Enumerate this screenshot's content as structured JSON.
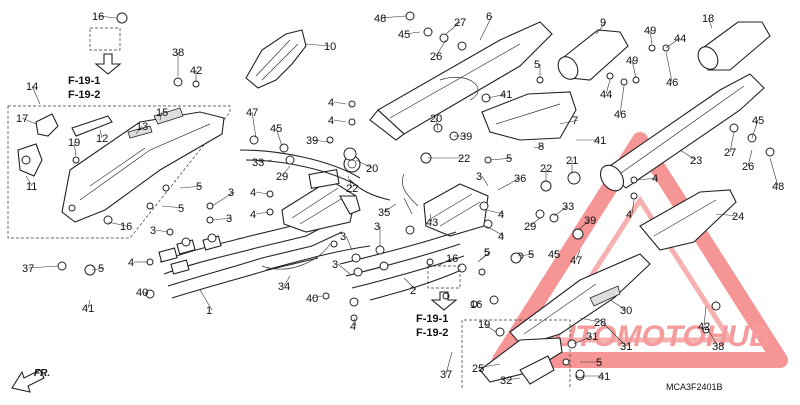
{
  "diagram": {
    "code": "MCA3F2401B",
    "fr_label": "FR.",
    "ref_top": [
      "F-19-1",
      "F-19-2"
    ],
    "ref_bottom": [
      "F-19-1",
      "F-19-2"
    ],
    "watermark": "AUTOMOTOHUB",
    "callouts": [
      {
        "id": "c16a",
        "n": "16"
      },
      {
        "id": "c10",
        "n": "10"
      },
      {
        "id": "c38a",
        "n": "38"
      },
      {
        "id": "c42a",
        "n": "42"
      },
      {
        "id": "c14",
        "n": "14"
      },
      {
        "id": "c17",
        "n": "17"
      },
      {
        "id": "c12",
        "n": "12"
      },
      {
        "id": "c13",
        "n": "13"
      },
      {
        "id": "c15",
        "n": "15"
      },
      {
        "id": "c19",
        "n": "19"
      },
      {
        "id": "c11",
        "n": "11"
      },
      {
        "id": "c16b",
        "n": "16"
      },
      {
        "id": "c37a",
        "n": "37"
      },
      {
        "id": "c5a",
        "n": "5"
      },
      {
        "id": "c41a",
        "n": "41"
      },
      {
        "id": "c40a",
        "n": "40"
      },
      {
        "id": "c1",
        "n": "1"
      },
      {
        "id": "c4a",
        "n": "4"
      },
      {
        "id": "c3a",
        "n": "3"
      },
      {
        "id": "c3b",
        "n": "3"
      },
      {
        "id": "c3c",
        "n": "3"
      },
      {
        "id": "c5b",
        "n": "5"
      },
      {
        "id": "c5c",
        "n": "5"
      },
      {
        "id": "c47a",
        "n": "47"
      },
      {
        "id": "c45a",
        "n": "45"
      },
      {
        "id": "c33a",
        "n": "33"
      },
      {
        "id": "c29a",
        "n": "29"
      },
      {
        "id": "c39a",
        "n": "39"
      },
      {
        "id": "c4b",
        "n": "4"
      },
      {
        "id": "c4c",
        "n": "4"
      },
      {
        "id": "c22a",
        "n": "22"
      },
      {
        "id": "c20a",
        "n": "20"
      },
      {
        "id": "c4d",
        "n": "4"
      },
      {
        "id": "c4e",
        "n": "4"
      },
      {
        "id": "c34",
        "n": "34"
      },
      {
        "id": "c40b",
        "n": "40"
      },
      {
        "id": "c4f",
        "n": "4"
      },
      {
        "id": "c3d",
        "n": "3"
      },
      {
        "id": "c3e",
        "n": "3"
      },
      {
        "id": "c3f",
        "n": "3"
      },
      {
        "id": "c2",
        "n": "2"
      },
      {
        "id": "c35",
        "n": "35"
      },
      {
        "id": "c43",
        "n": "43"
      },
      {
        "id": "c48a",
        "n": "48"
      },
      {
        "id": "c45b",
        "n": "45"
      },
      {
        "id": "c27a",
        "n": "27"
      },
      {
        "id": "c26a",
        "n": "26"
      },
      {
        "id": "c6",
        "n": "6"
      },
      {
        "id": "c41b",
        "n": "41"
      },
      {
        "id": "c20b",
        "n": "20"
      },
      {
        "id": "c39b",
        "n": "39"
      },
      {
        "id": "c22b",
        "n": "22"
      },
      {
        "id": "c5d",
        "n": "5"
      },
      {
        "id": "c36",
        "n": "36"
      },
      {
        "id": "c3g",
        "n": "3"
      },
      {
        "id": "c4g",
        "n": "4"
      },
      {
        "id": "c4h",
        "n": "4"
      },
      {
        "id": "c5e",
        "n": "5"
      },
      {
        "id": "c5f",
        "n": "5"
      },
      {
        "id": "c8",
        "n": "8"
      },
      {
        "id": "c7",
        "n": "7"
      },
      {
        "id": "c41c",
        "n": "41"
      },
      {
        "id": "c9",
        "n": "9"
      },
      {
        "id": "c5g",
        "n": "5"
      },
      {
        "id": "c44a",
        "n": "44"
      },
      {
        "id": "c46a",
        "n": "46"
      },
      {
        "id": "c49a",
        "n": "49"
      },
      {
        "id": "c44b",
        "n": "44"
      },
      {
        "id": "c49b",
        "n": "49"
      },
      {
        "id": "c46b",
        "n": "46"
      },
      {
        "id": "c18",
        "n": "18"
      },
      {
        "id": "c23",
        "n": "23"
      },
      {
        "id": "c27b",
        "n": "27"
      },
      {
        "id": "c45c",
        "n": "45"
      },
      {
        "id": "c26b",
        "n": "26"
      },
      {
        "id": "c48b",
        "n": "48"
      },
      {
        "id": "c22c",
        "n": "22"
      },
      {
        "id": "c21",
        "n": "21"
      },
      {
        "id": "c33b",
        "n": "33"
      },
      {
        "id": "c29b",
        "n": "29"
      },
      {
        "id": "c39c",
        "n": "39"
      },
      {
        "id": "c4i",
        "n": "4"
      },
      {
        "id": "c4j",
        "n": "4"
      },
      {
        "id": "c24",
        "n": "24"
      },
      {
        "id": "c45d",
        "n": "45"
      },
      {
        "id": "c47b",
        "n": "47"
      },
      {
        "id": "c5h",
        "n": "5"
      },
      {
        "id": "c16c",
        "n": "16"
      },
      {
        "id": "c16d",
        "n": "16"
      },
      {
        "id": "c31a",
        "n": "31"
      },
      {
        "id": "c30",
        "n": "30"
      },
      {
        "id": "c28",
        "n": "28"
      },
      {
        "id": "c19b",
        "n": "19"
      },
      {
        "id": "c42b",
        "n": "42"
      },
      {
        "id": "c38b",
        "n": "38"
      },
      {
        "id": "c31b",
        "n": "31"
      },
      {
        "id": "c5i",
        "n": "5"
      },
      {
        "id": "c25",
        "n": "25"
      },
      {
        "id": "c32",
        "n": "32"
      },
      {
        "id": "c41d",
        "n": "41"
      },
      {
        "id": "c37b",
        "n": "37"
      }
    ]
  }
}
